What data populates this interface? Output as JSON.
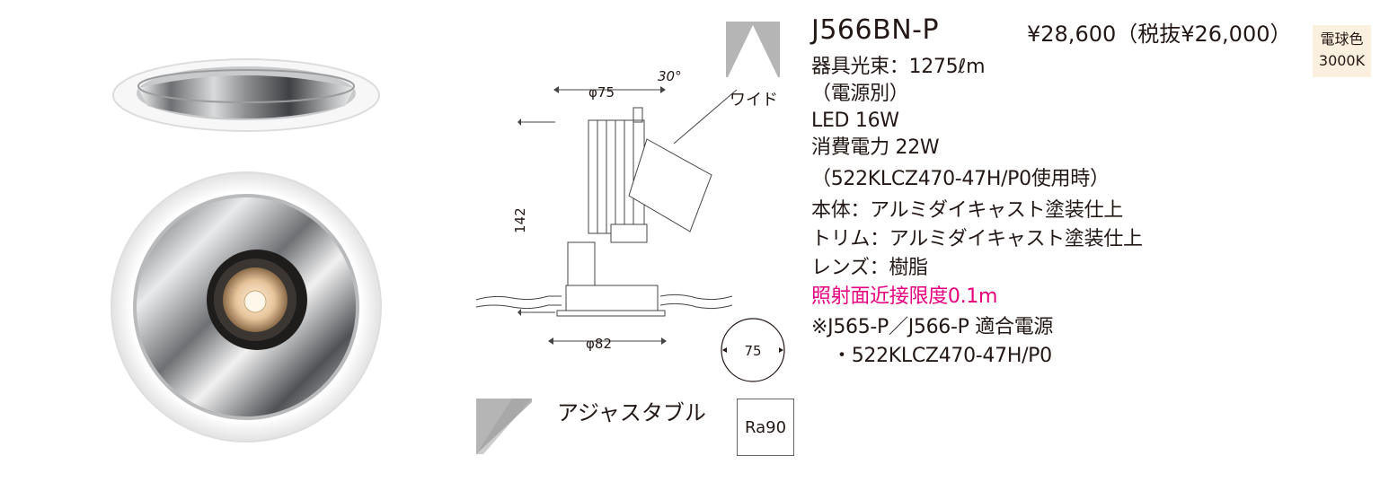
{
  "product": {
    "model": "J566BN-P",
    "price": "¥28,600（税抜¥26,000）",
    "color_badge": [
      "電球色",
      "3000K"
    ],
    "specs": [
      "器具光束：1275ℓm",
      "（電源別）",
      "LED 16W",
      "消費電力 22W",
      "（522KLCZ470-47H/P0使用時）",
      "本体：アルミダイキャスト塗装仕上",
      "トリム：アルミダイキャスト塗装仕上",
      "レンズ：樹脂"
    ],
    "highlight_spec": "照射面近接限度0.1m",
    "power_note": "※J565-P／J566-P 適合電源",
    "power_model": "・522KLCZ470-47H/P0"
  },
  "diagram": {
    "dim_top": "φ75",
    "angle": "30°",
    "height": "142",
    "dim_bottom": "φ82",
    "cutout": "75"
  },
  "icons": {
    "beam_label": "ワイド",
    "adjustable_label": "アジャスタブル",
    "ra_label": "Ra90"
  },
  "colors": {
    "accent": "#e4007f",
    "badge_bg": "#fbf0de",
    "text": "#231815"
  }
}
